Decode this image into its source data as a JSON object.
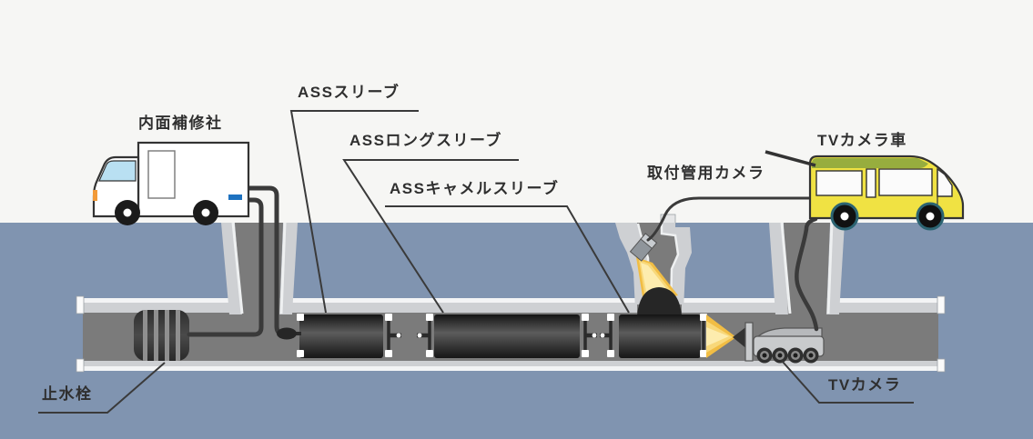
{
  "title": "Pipe rehabilitation sleeve installation diagram",
  "labels": {
    "repair_truck": "内面補修社",
    "ass_sleeve": "ASSスリーブ",
    "ass_long_sleeve": "ASSロングスリーブ",
    "ass_camel_sleeve": "ASSキャメルスリーブ",
    "lateral_camera": "取付管用カメラ",
    "tv_camera_van": "TVカメラ車",
    "water_stop_plug": "止水栓",
    "tv_camera": "TVカメラ"
  },
  "colors": {
    "sky": "#f6f6f4",
    "ground": "#8094b0",
    "pipe_wall": "#ced0d3",
    "pipe_wall_highlight": "#f3f4f5",
    "pipe_interior": "#7b7b7b",
    "sleeve_dark": "#141414",
    "sleeve_light": "#5c5c5c",
    "van_yellow": "#f0e243",
    "van_stripe_green": "#97ad3e",
    "light_cone_outer": "#f1bd44",
    "light_cone_mid": "#f8d87a",
    "light_cone_core": "#fdecae",
    "truck_white": "#ffffff",
    "windshield_blue": "#b9e0f2",
    "truck_stripe_blue": "#1e72c0",
    "cable": "#3a3a3a",
    "label_text": "#2f2f2f"
  }
}
